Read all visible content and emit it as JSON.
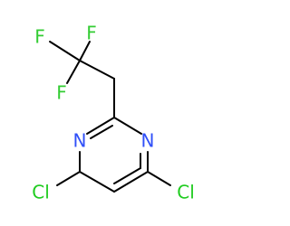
{
  "molecule": {
    "atoms": {
      "fluorine_top": {
        "symbol": "F",
        "color": "#33cc33"
      },
      "fluorine_left": {
        "symbol": "F",
        "color": "#33cc33"
      },
      "fluorine_lower": {
        "symbol": "F",
        "color": "#33cc33"
      },
      "nitrogen_left": {
        "symbol": "N",
        "color": "#3050f8"
      },
      "nitrogen_right": {
        "symbol": "N",
        "color": "#3050f8"
      },
      "chlorine_left": {
        "symbol": "Cl",
        "color": "#1fcc1f"
      },
      "chlorine_right": {
        "symbol": "Cl",
        "color": "#1fcc1f"
      }
    },
    "bond_color": "#000000"
  }
}
